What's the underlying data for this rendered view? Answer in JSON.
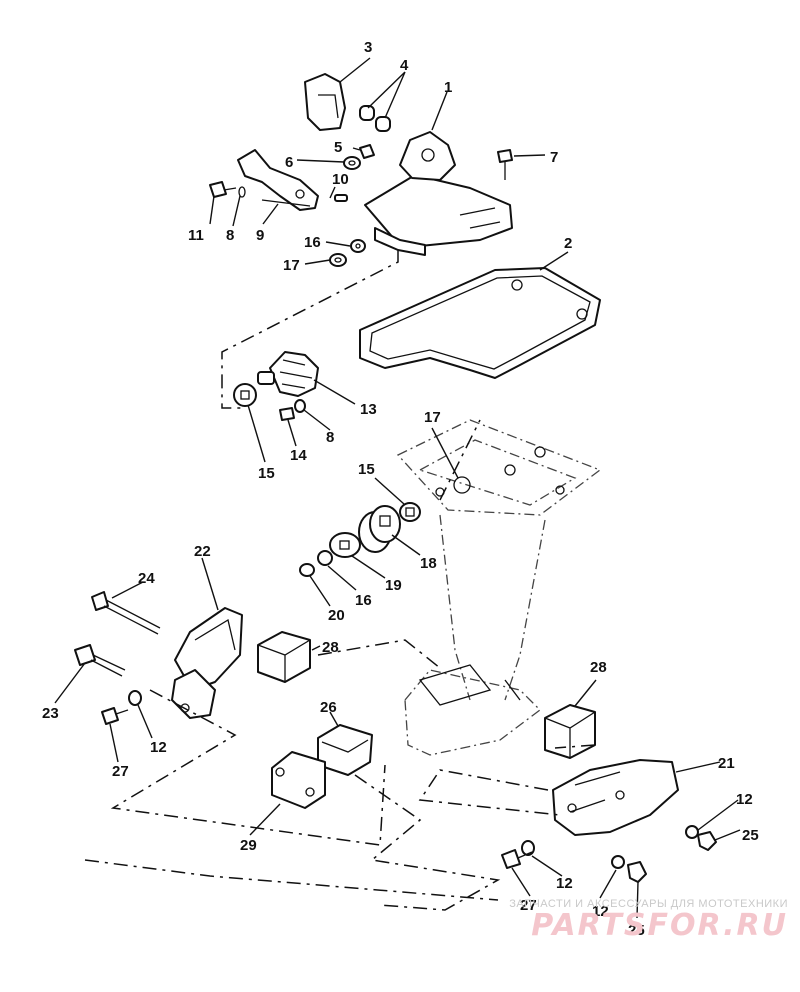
{
  "diagram": {
    "callouts": {
      "c1": "1",
      "c2": "2",
      "c3": "3",
      "c4": "4",
      "c5": "5",
      "c6": "6",
      "c7": "7",
      "c8a": "8",
      "c8b": "8",
      "c9": "9",
      "c10": "10",
      "c11": "11",
      "c12a": "12",
      "c12b": "12",
      "c12c": "12",
      "c12d": "12",
      "c13": "13",
      "c14": "14",
      "c15a": "15",
      "c15b": "15",
      "c16a": "16",
      "c16b": "16",
      "c17a": "17",
      "c17b": "17",
      "c18": "18",
      "c19": "19",
      "c20": "20",
      "c21": "21",
      "c22": "22",
      "c23": "23",
      "c24": "24",
      "c25a": "25",
      "c25b": "25",
      "c26": "26",
      "c27a": "27",
      "c27b": "27",
      "c28a": "28",
      "c28b": "28",
      "c29": "29"
    }
  },
  "watermark": {
    "tagline": "ЗАПЧАСТИ И АКСЕССУАРЫ ДЛЯ МОТОТЕХНИКИ",
    "brand": "PARTSFOR.RU"
  },
  "colors": {
    "line": "#111111",
    "background": "#ffffff",
    "watermark_brand": "#f4c6cc"
  }
}
